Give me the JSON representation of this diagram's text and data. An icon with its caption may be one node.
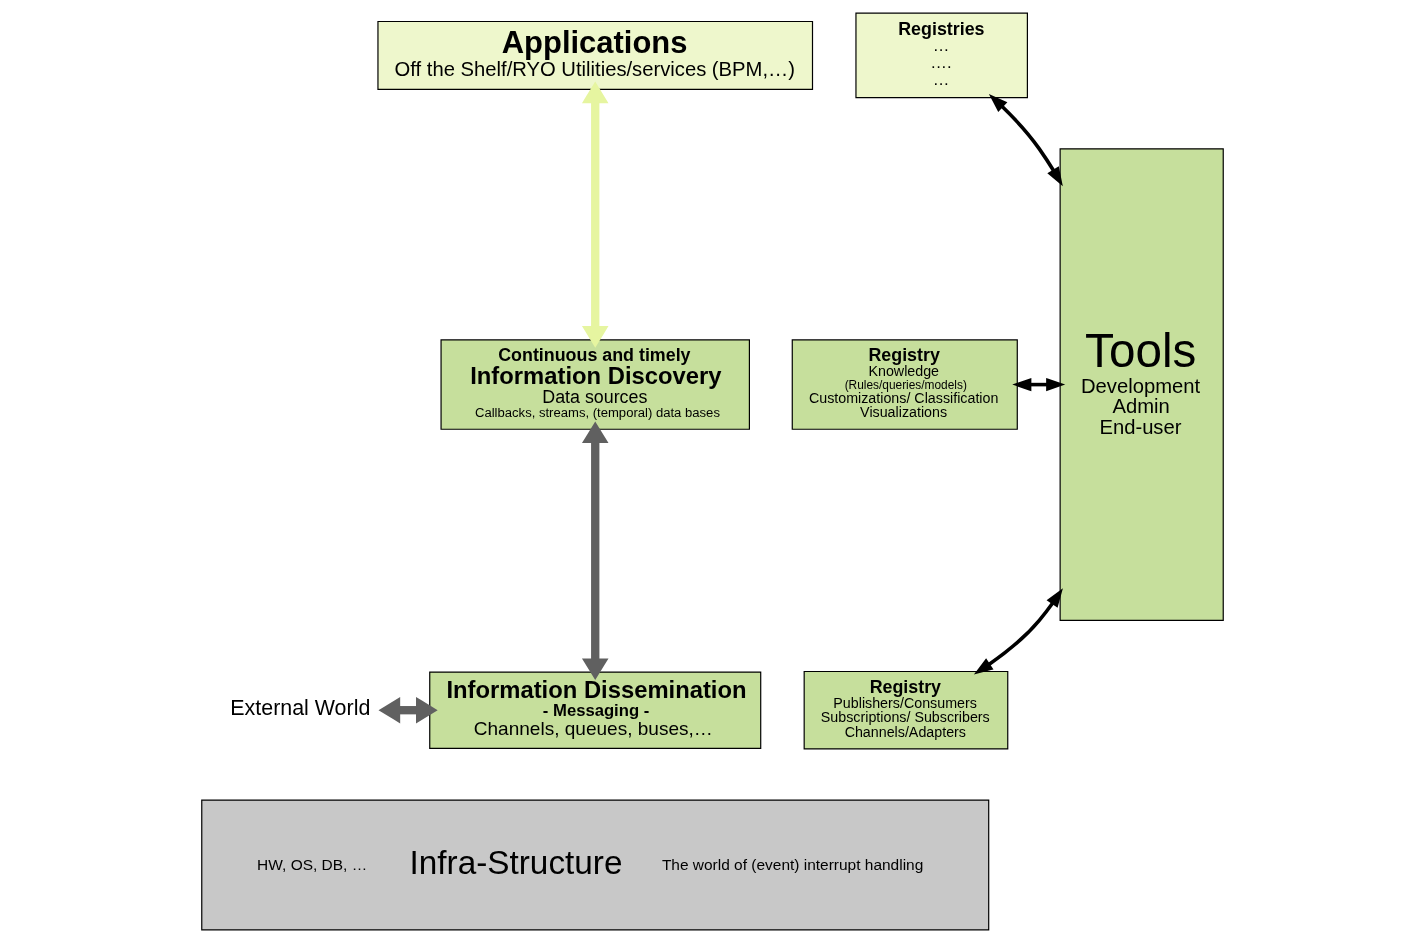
{
  "diagram": {
    "nodes": [
      {
        "text": [
          "Applications",
          "Off the Shelf/RYO Utilities/services (BPM,…)"
        ]
      },
      {
        "text": [
          "Registries",
          "…",
          "….",
          "…"
        ]
      },
      {
        "text": [
          "Continuous and timely",
          "Information Discovery",
          "Data sources",
          "Callbacks, streams, (temporal) data bases"
        ]
      },
      {
        "text": [
          "Registry",
          "Knowledge",
          "(Rules/queries/models)",
          "Customizations/ Classification",
          "Visualizations"
        ]
      },
      {
        "text": [
          "Information Dissemination",
          "- Messaging -",
          "Channels, queues, buses,…"
        ]
      },
      {
        "text": [
          "Registry",
          "Publishers/Consumers",
          "Subscriptions/ Subscribers",
          "Channels/Adapters"
        ]
      },
      {
        "text": [
          "Tools",
          "Development",
          "Admin",
          "End-user"
        ]
      },
      {
        "text": [
          "External World"
        ]
      },
      {
        "text": [
          "HW, OS, DB, …",
          "Infra-Structure",
          "The world of (event) interrupt handling"
        ]
      }
    ],
    "edges": [
      {
        "from": 0,
        "to": 2,
        "arrow": "both",
        "style": "thick",
        "color": "#e6f5a0"
      },
      {
        "from": 2,
        "to": 4,
        "arrow": "both",
        "style": "thick",
        "color": "#606060"
      },
      {
        "from": 1,
        "to": 6,
        "arrow": "both"
      },
      {
        "from": 3,
        "to": 6,
        "arrow": "both"
      },
      {
        "from": 5,
        "to": 6,
        "arrow": "both"
      },
      {
        "from": 7,
        "to": 4,
        "arrow": "both",
        "style": "thick",
        "color": "#606060"
      }
    ]
  }
}
